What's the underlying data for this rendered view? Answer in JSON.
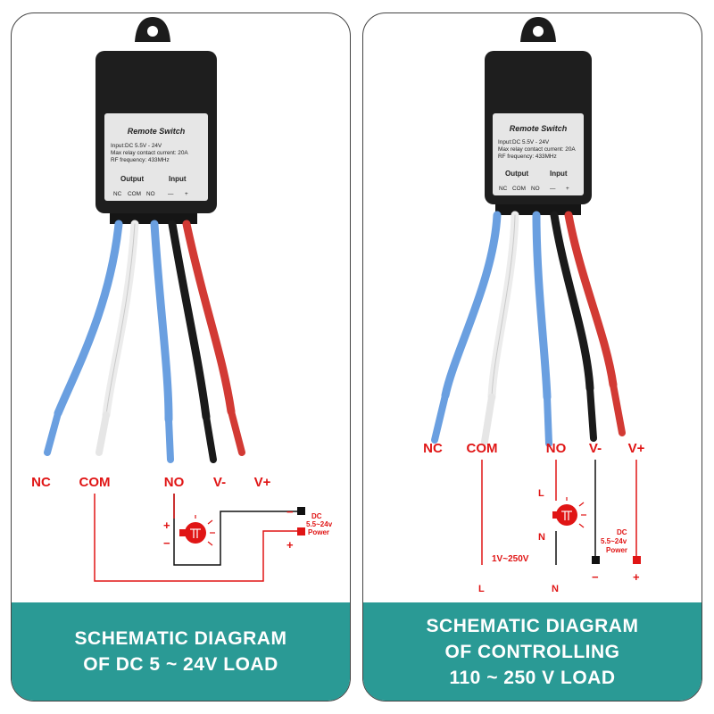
{
  "left": {
    "device": {
      "title": "Remote Switch",
      "spec_lines": [
        "Input:DC 5.5V - 24V",
        "Max relay contact current: 20A",
        "RF frequency: 433MHz"
      ],
      "output_label": "Output",
      "input_label": "Input",
      "pins": [
        "NC",
        "COM",
        "NO",
        "—",
        "+"
      ]
    },
    "wire_labels": [
      "NC",
      "COM",
      "NO",
      "V-",
      "V+"
    ],
    "lamp_plus": "+",
    "lamp_minus": "−",
    "power_minus": "−",
    "power_plus": "+",
    "power_label": [
      "DC",
      "5.5~24v",
      "Power"
    ],
    "caption": [
      "SCHEMATIC DIAGRAM",
      "OF DC 5 ~ 24V LOAD"
    ]
  },
  "right": {
    "device": {
      "title": "Remote Switch",
      "spec_lines": [
        "Input:DC 5.5V - 24V",
        "Max relay contact current: 20A",
        "RF frequency: 433MHz"
      ],
      "output_label": "Output",
      "input_label": "Input",
      "pins": [
        "NC",
        "COM",
        "NO",
        "—",
        "+"
      ]
    },
    "wire_labels": [
      "NC",
      "COM",
      "NO",
      "V-",
      "V+"
    ],
    "lamp_top": "L",
    "lamp_bottom": "N",
    "ac_label": "1V~250V",
    "ac_l": "L",
    "ac_n": "N",
    "power_label": [
      "DC",
      "5.5~24v",
      "Power"
    ],
    "power_minus": "−",
    "power_plus": "+",
    "caption": [
      "SCHEMATIC DIAGRAM",
      "OF CONTROLLING",
      "110 ~ 250 V LOAD"
    ]
  },
  "colors": {
    "teal": "#2a9a95",
    "blue_wire": "#6a9fe0",
    "white_wire": "#eeeeee",
    "black_wire": "#1a1a1a",
    "red_wire": "#d23a34",
    "schematic_red": "#e01515"
  }
}
